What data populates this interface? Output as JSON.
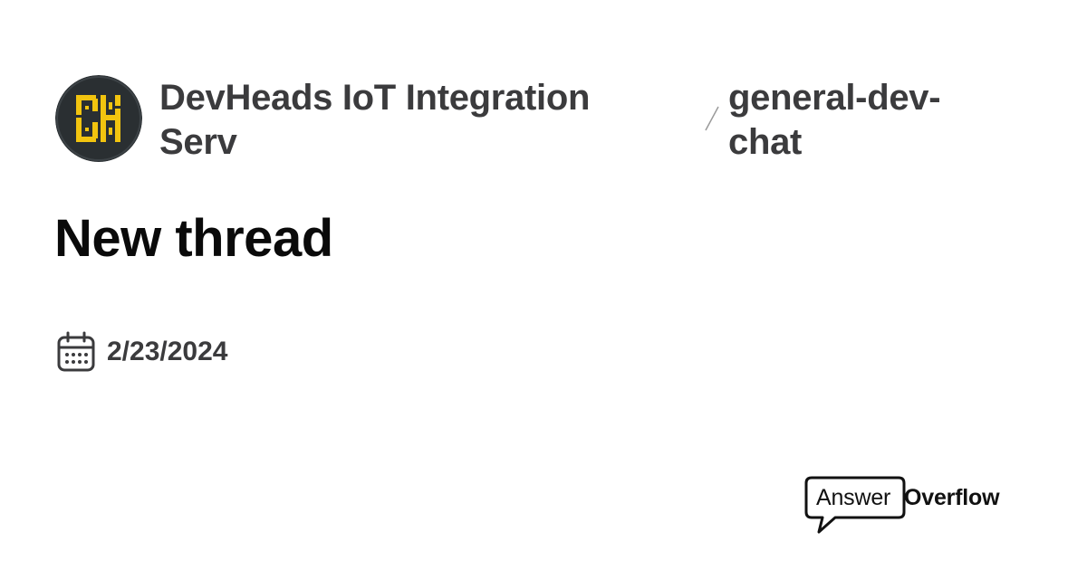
{
  "header": {
    "server_name": "DevHeads IoT Integration Serv",
    "channel_name": "general-dev-chat"
  },
  "thread": {
    "title": "New thread",
    "date": "2/23/2024"
  },
  "icons": {
    "server_avatar": "devheads-logo-icon",
    "separator": "slash-separator-icon",
    "date": "calendar-icon",
    "brand": "chat-bubble-icon"
  },
  "brand": {
    "answer": "Answer",
    "overflow": "Overflow"
  },
  "colors": {
    "avatar_bg": "#2a2f32",
    "avatar_accent": "#f2c40f",
    "text_primary": "#0a0a0a",
    "text_secondary": "#3b3b3d"
  }
}
